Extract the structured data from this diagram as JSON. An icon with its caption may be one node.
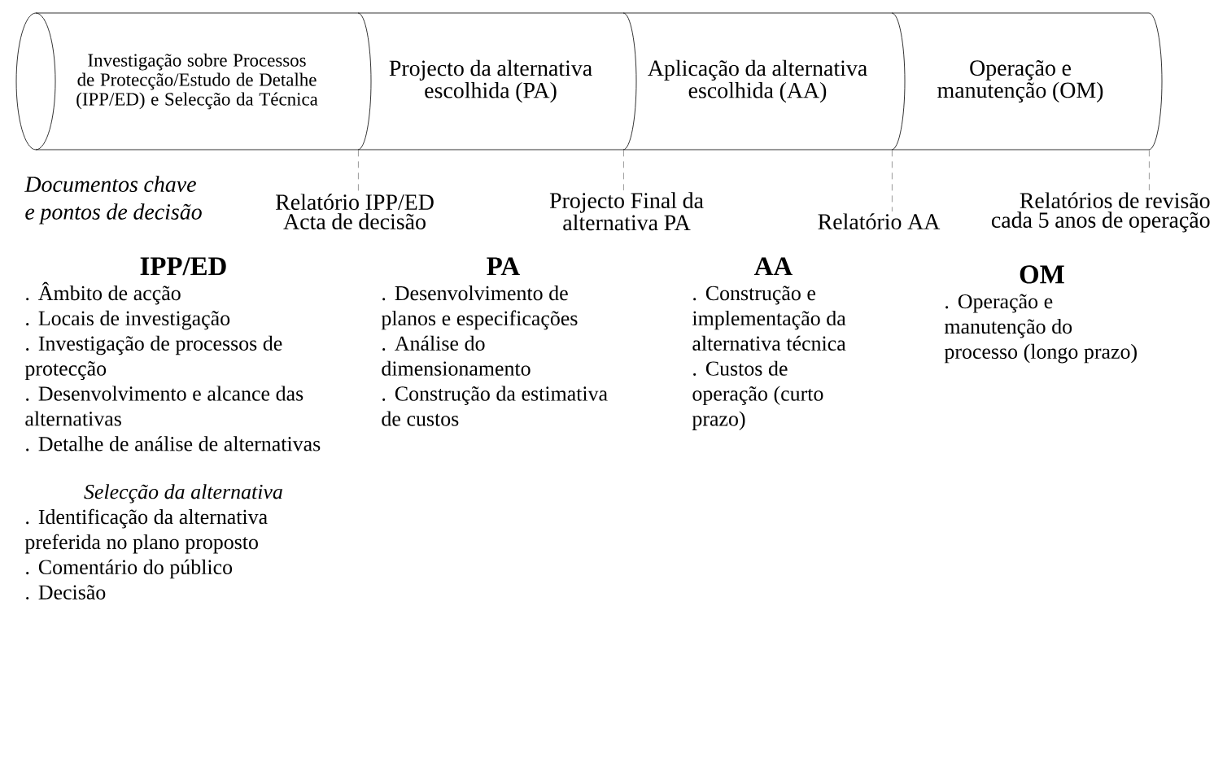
{
  "diagram": {
    "nodes": [
      {
        "text": [
          "Investigação sobre Processos de Protecção/Estudo de Detalhe (IPP/ED) e Selecção da Técnica"
        ]
      },
      {
        "text": [
          "Projecto da alternativa escolhida (PA)"
        ]
      },
      {
        "text": [
          "Aplicação da alternativa escolhida (AA)"
        ]
      },
      {
        "text": [
          "Operação e manutenção (OM)"
        ]
      },
      {
        "text": [
          "Relatório IPP/ED Acta de decisão"
        ]
      },
      {
        "text": [
          "Projecto Final da alternativa PA"
        ]
      },
      {
        "text": [
          "Relatório AA"
        ]
      },
      {
        "text": [
          "Relatórios de revisão cada 5 anos de operação"
        ]
      }
    ],
    "edges": [
      {
        "from": 0,
        "to": 4,
        "arrow": "none",
        "style": "dashed"
      },
      {
        "from": 1,
        "to": 5,
        "arrow": "none",
        "style": "dashed"
      },
      {
        "from": 2,
        "to": 6,
        "arrow": "none",
        "style": "dashed"
      },
      {
        "from": 3,
        "to": 7,
        "arrow": "none",
        "style": "dashed"
      }
    ],
    "labels": [
      "Documentos chave e pontos de decisão",
      "IPP/ED",
      ". Âmbito de acção",
      ". Locais de investigação",
      ". Investigação de processos de protecção",
      ". Desenvolvimento e alcance das alternativas",
      ". Detalhe de análise de alternativas",
      "Selecção da alternativa",
      ". Identificação da alternativa preferida no plano proposto",
      ". Comentário do público",
      ". Decisão",
      "PA",
      ". Desenvolvimento de planos e especificações",
      ". Análise do dimensionamento",
      ". Construção da estimativa de custos",
      "AA",
      ". Construção e implementação da alternativa técnica",
      ". Custos de operação (curto prazo)",
      "OM",
      ". Operação e manutenção do processo (longo prazo)"
    ]
  }
}
